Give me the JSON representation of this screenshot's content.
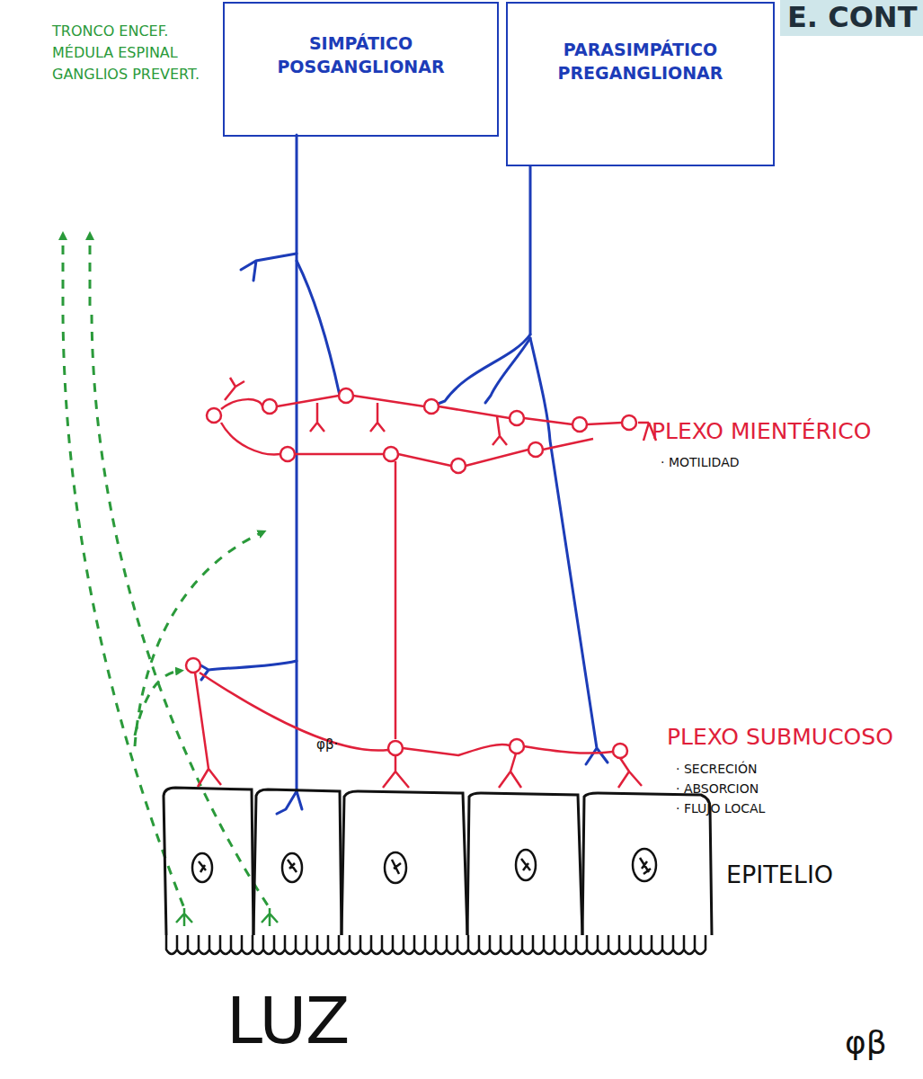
{
  "diagram": {
    "nodes": [
      {
        "text": [
          "SIMPÁTICO POSGANGLIONAR"
        ]
      },
      {
        "text": [
          "PARASIMPÁTICO PREGANGLIONAR"
        ]
      }
    ],
    "labels": [
      "E. CONT",
      "TRONCO ENCEF.",
      "MÉDULA ESPINAL",
      "GANGLIOS PREVERT.",
      "PLEXO MIENTÉRICO",
      "· MOTILIDAD",
      "PLEXO SUBMUCOSO",
      "· SECRECIÓN",
      "· ABSORCION",
      "· FLUJO LOCAL",
      "EPITELIO",
      "LUZ",
      "φβ·",
      "φβ"
    ]
  }
}
